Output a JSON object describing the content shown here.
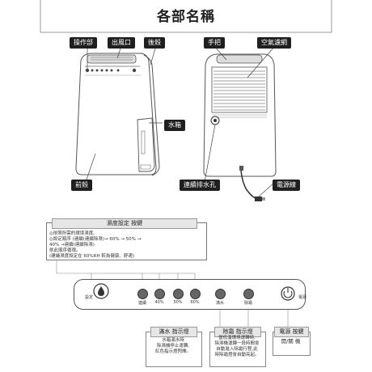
{
  "title": "各部名稱",
  "labels": {
    "control_panel": "操作部",
    "air_outlet": "出風口",
    "back_case": "後殼",
    "water_tank": "水箱",
    "front_case": "前殼",
    "handle": "手把",
    "air_filter": "空氣濾網",
    "drain_outlet": "連續排水孔",
    "power_cord": "電源線"
  },
  "humidity_note": {
    "heading": "濕度設定 按鍵",
    "lines": [
      "◎依照所需的環境濕度。",
      "◎設定順序 (連續(連續除濕)→ 60% → 50% →",
      "   40% →連續(連續除濕)",
      "   依此順序循環。",
      "   (建議濕度設定在 60%RH 較為健康、舒適)"
    ]
  },
  "panel": {
    "setting_label": "設定",
    "indicator_labels": [
      "連續",
      "40%",
      "50%",
      "60%"
    ],
    "full_label": "滿水",
    "defrost_label": "除霜",
    "power_label": "電源"
  },
  "info_boxes": {
    "water_full": {
      "heading": "滿水 指示燈",
      "body": [
        "水箱滿水時",
        "除濕機停止運轉,",
        "紅色指示燈閃爍。"
      ]
    },
    "defrost": {
      "heading": "除霜 指示燈",
      "body": [
        "當低溫環境運轉時,",
        "除濕機運轉一段時間會",
        "自動進入除霜行程,此",
        "時除霜燈會自動亮起。"
      ]
    },
    "power": {
      "heading": "電源 按鍵",
      "body": [
        "開/關 機"
      ]
    }
  }
}
